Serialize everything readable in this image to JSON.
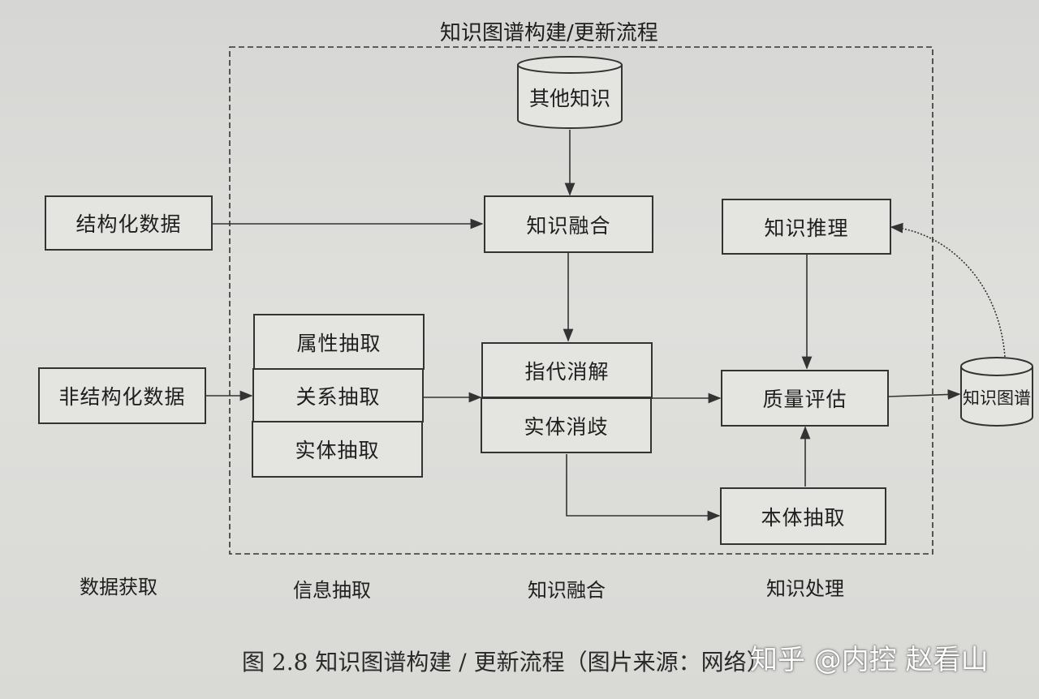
{
  "frame_title": "知识图谱构建/更新流程",
  "boxes": {
    "other_knowledge": "其他知识",
    "structured_data": "结构化数据",
    "unstructured_data": "非结构化数据",
    "knowledge_fusion": "知识融合",
    "knowledge_reasoning": "知识推理",
    "attribute_extraction": "属性抽取",
    "relation_extraction": "关系抽取",
    "entity_extraction": "实体抽取",
    "coreference_resolution": "指代消解",
    "entity_disambiguation": "实体消歧",
    "quality_assessment": "质量评估",
    "ontology_extraction": "本体抽取",
    "knowledge_graph": "知识图谱"
  },
  "stages": {
    "data_acquisition": "数据获取",
    "information_extraction": "信息抽取",
    "knowledge_fusion": "知识融合",
    "knowledge_processing": "知识处理"
  },
  "caption": "图 2.8   知识图谱构建 / 更新流程（图片来源：网络）",
  "watermark": "知乎 @内控 赵看山",
  "colors": {
    "line": "#333333",
    "background": "#dcdcda"
  }
}
